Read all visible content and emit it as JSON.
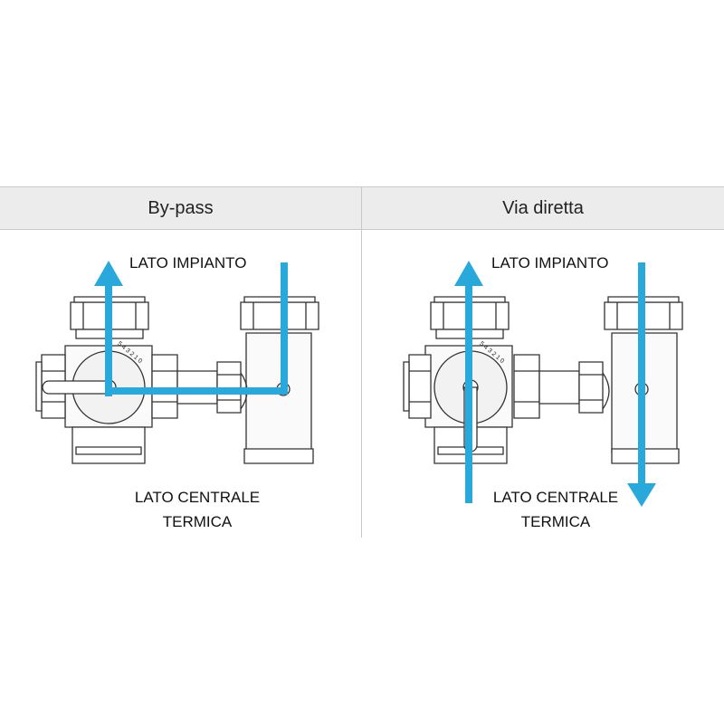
{
  "header": {
    "left_title": "By-pass",
    "right_title": "Via diretta"
  },
  "panels": {
    "bypass": {
      "label_top": "LATO IMPIANTO",
      "label_bottom_line1": "LATO CENTRALE",
      "label_bottom_line2": "TERMICA",
      "dial_marks": "5 4 3 2 1 0"
    },
    "direct": {
      "label_top": "LATO IMPIANTO",
      "label_bottom_line1": "LATO CENTRALE",
      "label_bottom_line2": "TERMICA",
      "dial_marks": "5 4 3 2 1 0"
    }
  },
  "colors": {
    "flow_arrow": "#29a8dc",
    "outline": "#333333",
    "header_bg": "#ececec"
  }
}
